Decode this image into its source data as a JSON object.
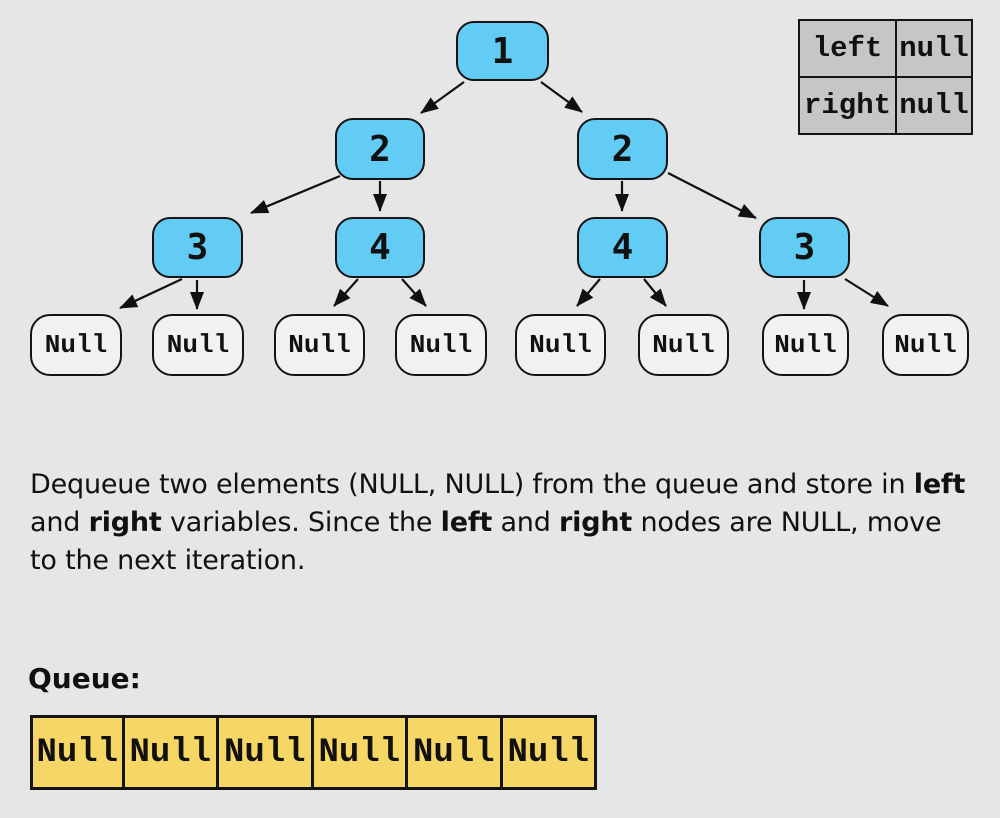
{
  "colors": {
    "background": "#e6e6e6",
    "tree_node_fill": "#63ccf5",
    "leaf_node_fill": "#f1f1f1",
    "variables_table_fill": "#c6c6c6",
    "queue_cell_fill": "#f6d664",
    "border": "#141414"
  },
  "tree": {
    "nodes": [
      {
        "label": "1"
      },
      {
        "label": "2"
      },
      {
        "label": "2"
      },
      {
        "label": "3"
      },
      {
        "label": "4"
      },
      {
        "label": "4"
      },
      {
        "label": "3"
      },
      {
        "label": "Null"
      },
      {
        "label": "Null"
      },
      {
        "label": "Null"
      },
      {
        "label": "Null"
      },
      {
        "label": "Null"
      },
      {
        "label": "Null"
      },
      {
        "label": "Null"
      },
      {
        "label": "Null"
      }
    ]
  },
  "variables_table": {
    "rows": [
      [
        "left",
        "null"
      ],
      [
        "right",
        "null"
      ]
    ]
  },
  "description": {
    "lines": [
      {
        "segments": [
          {
            "t": "Dequeue two elements (NULL, NULL) from the queue and store in ",
            "bold": false
          },
          {
            "t": "left",
            "bold": true
          }
        ]
      },
      {
        "segments": [
          {
            "t": "and ",
            "bold": false
          },
          {
            "t": "right",
            "bold": true
          },
          {
            "t": " variables. Since the ",
            "bold": false
          },
          {
            "t": "left",
            "bold": true
          },
          {
            "t": " and ",
            "bold": false
          },
          {
            "t": "right",
            "bold": true
          },
          {
            "t": " nodes are NULL, move",
            "bold": false
          }
        ]
      },
      {
        "segments": [
          {
            "t": "to the next iteration.",
            "bold": false
          }
        ]
      }
    ]
  },
  "queue": {
    "heading": "Queue:",
    "cells": [
      "Null",
      "Null",
      "Null",
      "Null",
      "Null",
      "Null"
    ]
  }
}
